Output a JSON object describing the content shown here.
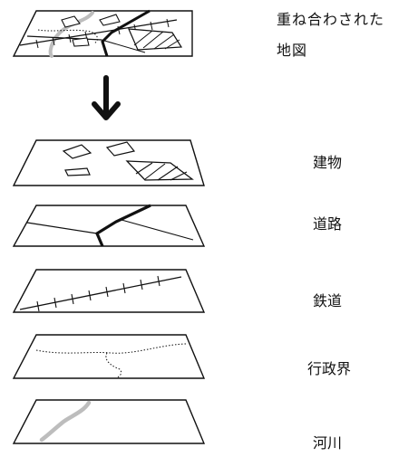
{
  "title_lines": [
    "重ね合わされた",
    "地図"
  ],
  "layers": [
    {
      "label": "建物"
    },
    {
      "label": "道路"
    },
    {
      "label": "鉄道"
    },
    {
      "label": "行政界"
    },
    {
      "label": "河川"
    }
  ],
  "colors": {
    "line": "#111111",
    "river": "#bdbdbd",
    "background": "#ffffff"
  }
}
